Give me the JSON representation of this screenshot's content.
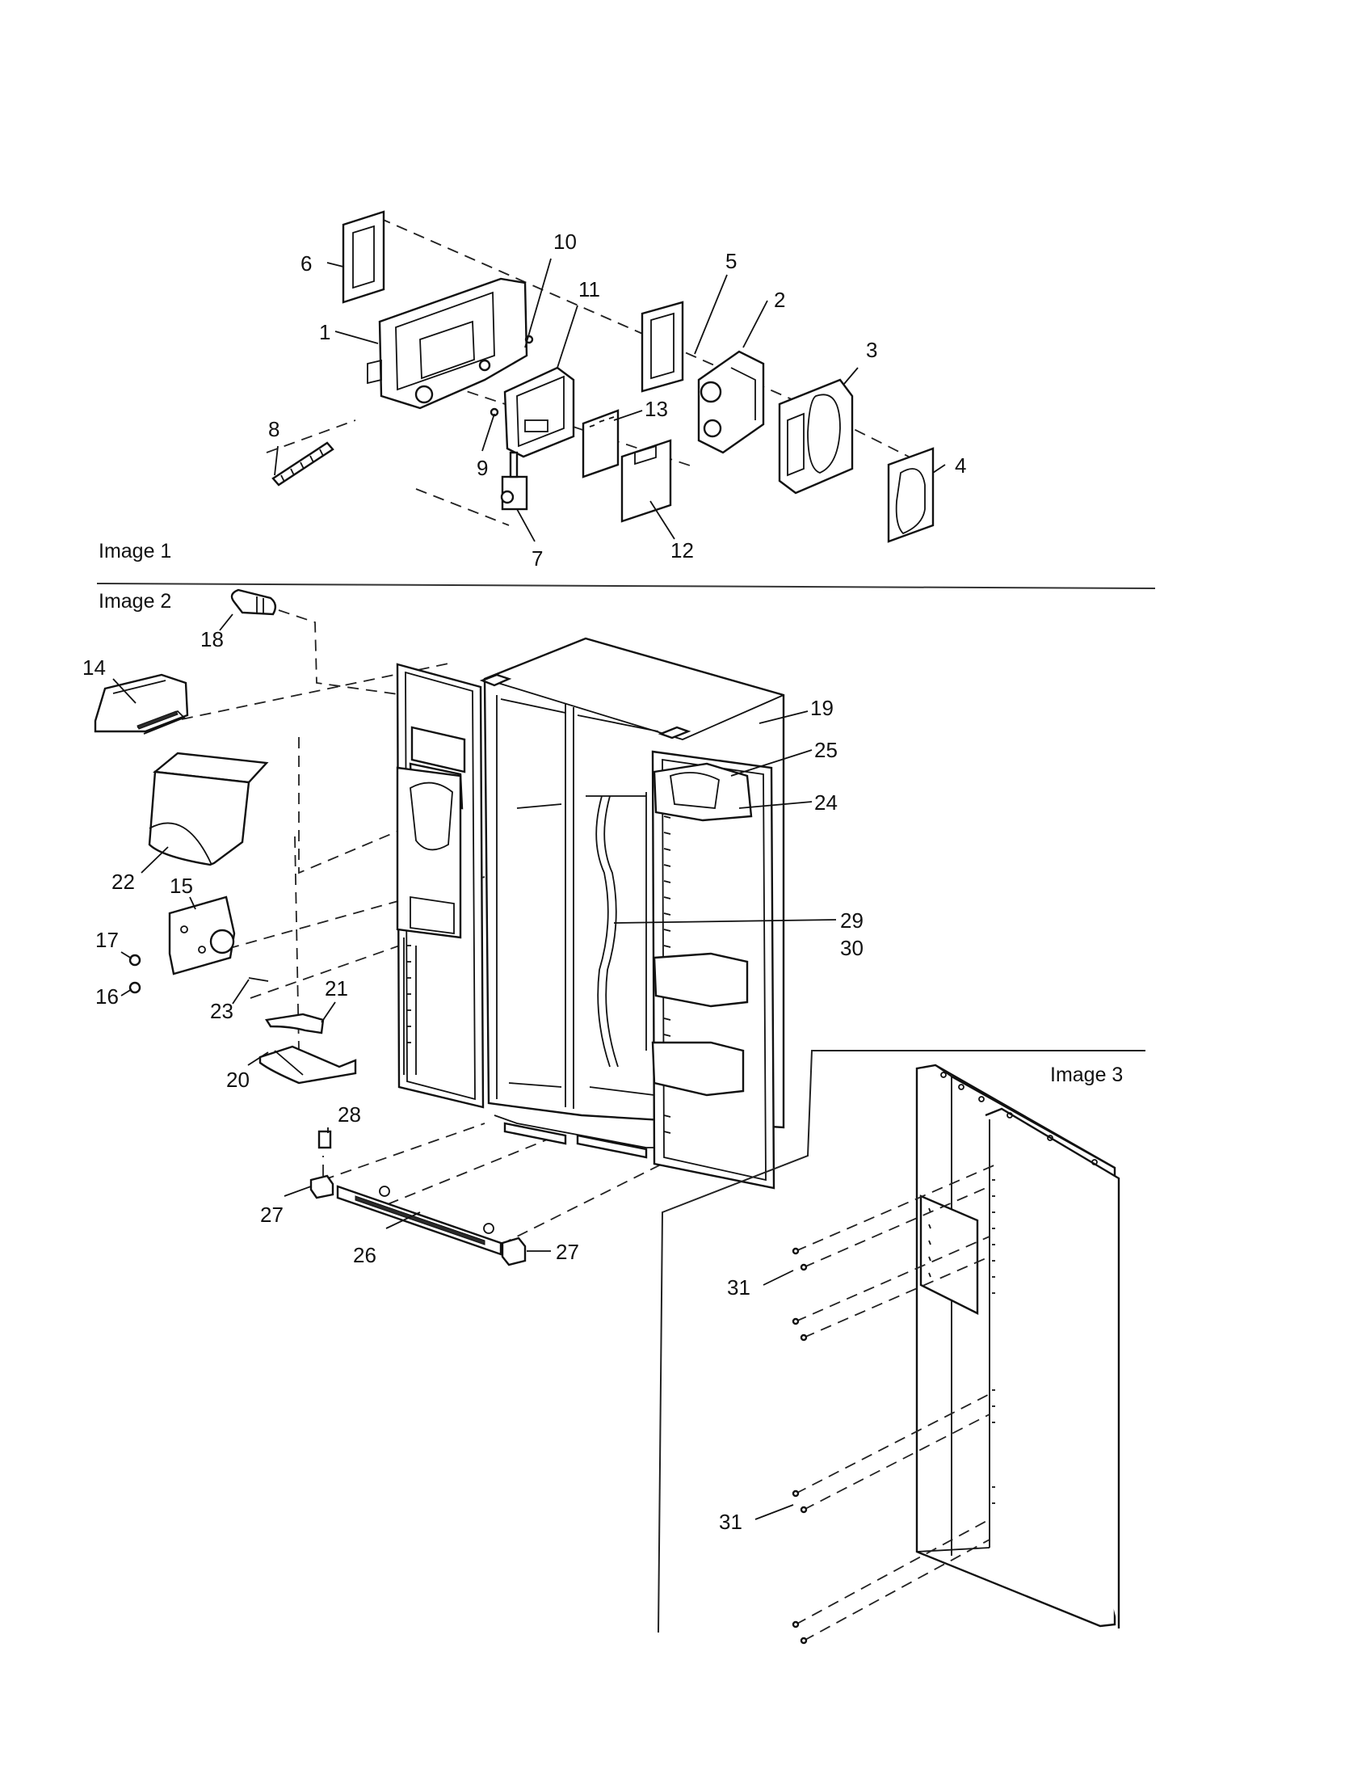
{
  "sections": [
    {
      "label": "Image 1"
    },
    {
      "label": "Image 2"
    },
    {
      "label": "Image 3"
    }
  ],
  "callouts": [
    "1",
    "2",
    "3",
    "4",
    "5",
    "6",
    "7",
    "8",
    "9",
    "10",
    "11",
    "12",
    "13",
    "14",
    "15",
    "16",
    "17",
    "18",
    "19",
    "20",
    "21",
    "22",
    "23",
    "24",
    "25",
    "26",
    "27",
    "27",
    "28",
    "29",
    "30",
    "31",
    "31"
  ]
}
